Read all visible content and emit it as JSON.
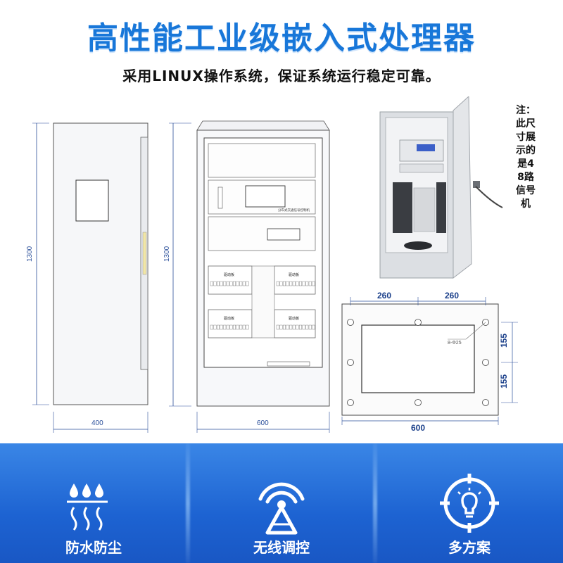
{
  "header": {
    "title": "高性能工业级嵌入式处理器",
    "subtitle": "采用LINUX操作系统，保证系统运行稳定可靠。"
  },
  "drawings": {
    "side_view": {
      "height_label": "1300",
      "width_label": "400"
    },
    "front_view": {
      "height_label": "1300",
      "width_label": "600",
      "panel_label": "分布式交通信号控制机",
      "module_labels": [
        "驱动板",
        "驱动板",
        "驱动板",
        "驱动板"
      ]
    },
    "base_view": {
      "top_labels": [
        "260",
        "260"
      ],
      "right_labels": [
        "155",
        "155"
      ],
      "hole_label": "8-Φ25",
      "width_label": "600"
    }
  },
  "note": {
    "text": "注：此尺寸展示的是48路信号机"
  },
  "features": [
    {
      "label": "防水防尘",
      "icon": "water-dust-proof-icon"
    },
    {
      "label": "无线调控",
      "icon": "wireless-control-icon"
    },
    {
      "label": "多方案",
      "icon": "multi-plan-icon"
    }
  ],
  "colors": {
    "title_blue": "#1877d9",
    "banner_blue": "#1d63d2",
    "dimension_blue": "#2a4f9a"
  }
}
